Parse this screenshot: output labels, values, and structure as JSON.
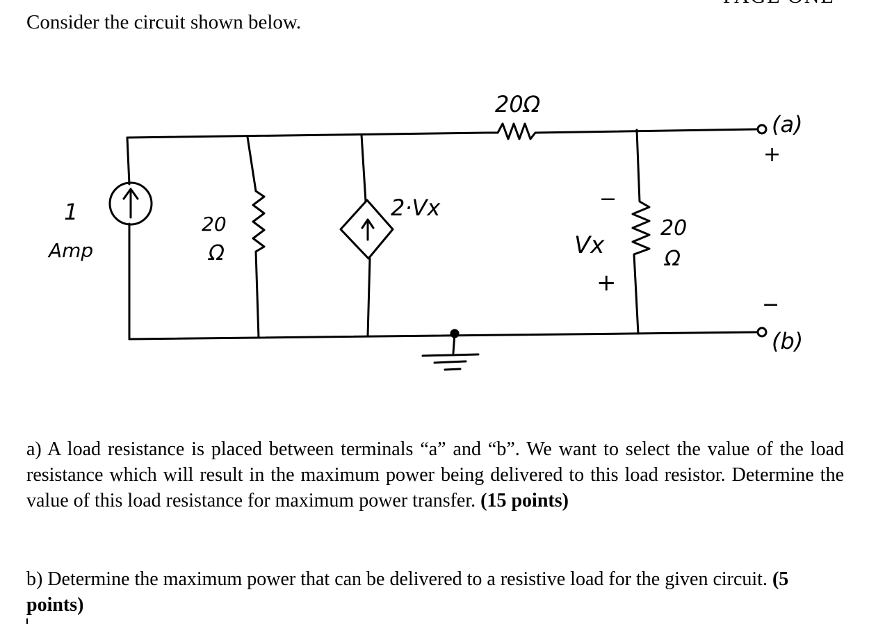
{
  "header": {
    "page_label": "PAGE ONE"
  },
  "intro": "Consider the circuit shown below.",
  "circuit": {
    "source_value": "1",
    "source_unit": "Amp",
    "r1_value": "20",
    "r1_unit": "Ω",
    "series_r_label": "20Ω",
    "dependent_source_label": "2·Vx",
    "vx_label": "Vx",
    "vx_minus": "−",
    "vx_plus": "+",
    "r3_value": "20",
    "r3_unit": "Ω",
    "terminal_a": "(a)",
    "terminal_a_sign": "+",
    "terminal_b": "(b)",
    "terminal_b_sign": "−"
  },
  "questions": {
    "a_text": "a) A load resistance is placed between terminals “a” and “b”. We want to select the value of the load resistance which will result in the maximum power being delivered to this load resistor. Determine the value of this load resistance for maximum power transfer. ",
    "a_points": "(15 points)",
    "b_text": "b) Determine the maximum power that can be delivered to a resistive load for the given circuit. ",
    "b_points": "(5 points)"
  }
}
